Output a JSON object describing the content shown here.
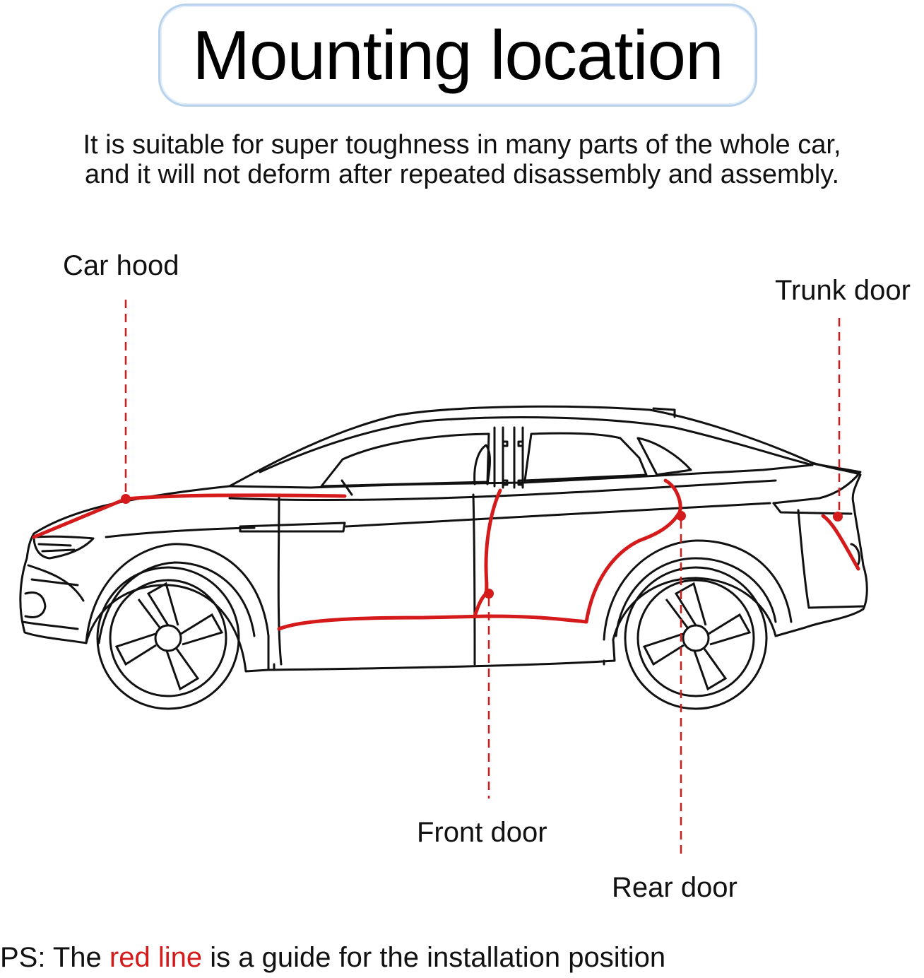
{
  "title": "Mounting location",
  "subtitle": {
    "line1": "It is suitable for super toughness in many parts of the whole car,",
    "line2": "and it will not deform after repeated disassembly and assembly."
  },
  "labels": {
    "hood": "Car hood",
    "trunk": "Trunk door",
    "front_door": "Front door",
    "rear_door": "Rear door"
  },
  "note": {
    "prefix": "PS: The ",
    "highlight": "red line",
    "suffix": " is a guide for the installation position"
  },
  "colors": {
    "accent_red": "#d41a1a",
    "title_border": "#b8d2ee",
    "outline": "#111111"
  }
}
